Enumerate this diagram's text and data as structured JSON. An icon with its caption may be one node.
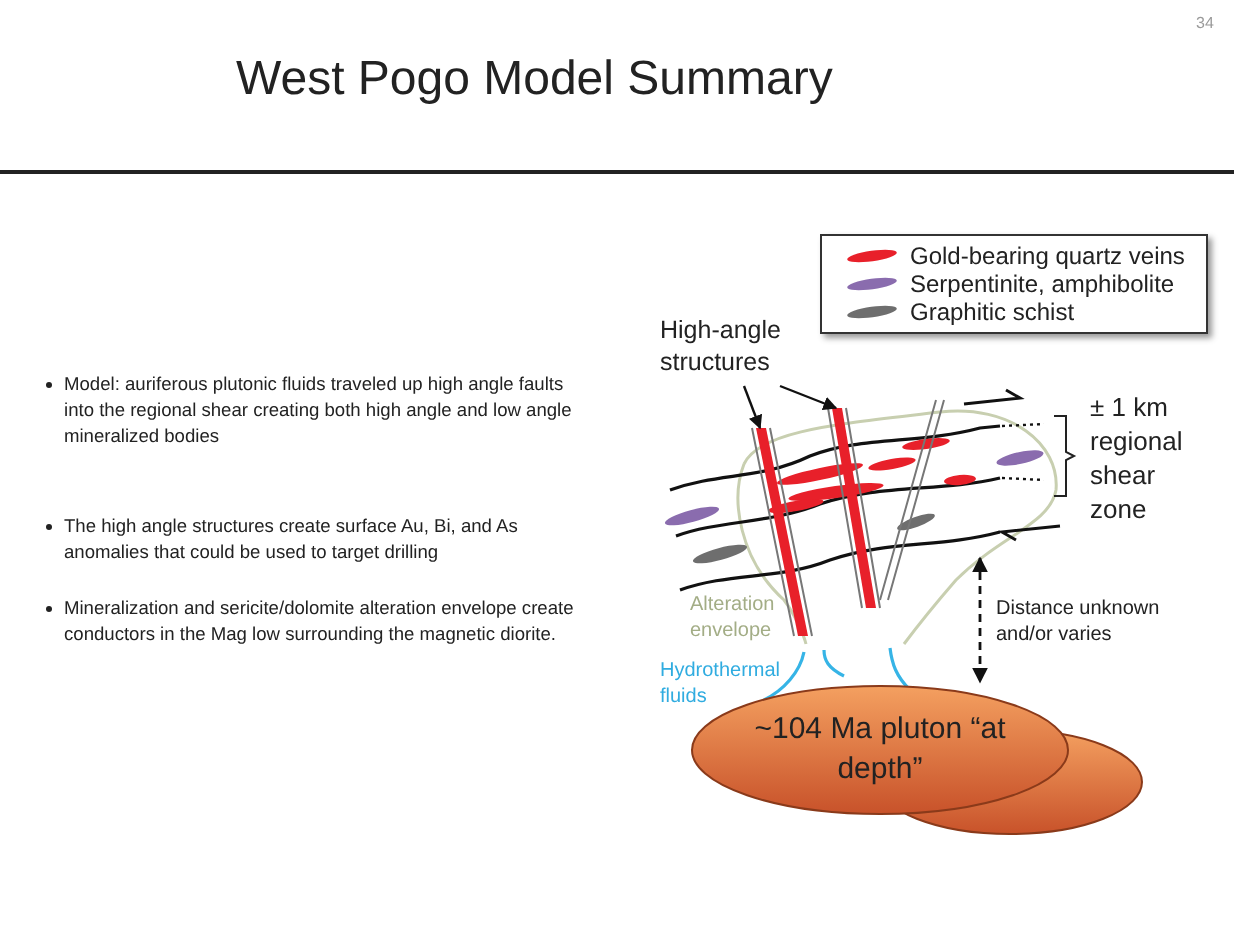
{
  "diagram": {
    "title": "West Pogo Model Summary",
    "nodes": [
      {
        "text": [
          "High-angle structures"
        ]
      },
      {
        "text": [],
        "shape": "bar"
      },
      {
        "text": [],
        "shape": "bar"
      },
      {
        "text": [
          "~104 Ma pluton “at depth”"
        ]
      }
    ],
    "edges": [
      {
        "from": 0,
        "to": 1,
        "arrow": "to"
      },
      {
        "from": 0,
        "to": 2,
        "arrow": "to"
      }
    ],
    "labels": [
      "34",
      "Model: auriferous plutonic fluids traveled up high angle faults into the regional shear creating both high angle and low angle mineralized bodies",
      "The high angle structures create surface Au, Bi, and As anomalies that could be used to target drilling",
      "Mineralization and sericite/dolomite alteration envelope create conductors in the Mag low surrounding the magnetic diorite.",
      "± 1 km regional shear zone",
      "Alteration envelope",
      "Hydrothermal fluids",
      "Distance unknown and/or varies"
    ],
    "legend": [
      {
        "text": "Gold-bearing quartz veins",
        "color": "#e8202a"
      },
      {
        "text": "Serpentinite, amphibolite",
        "color": "#8a6cae"
      },
      {
        "text": "Graphitic schist",
        "color": "#6e6e6e"
      }
    ]
  }
}
